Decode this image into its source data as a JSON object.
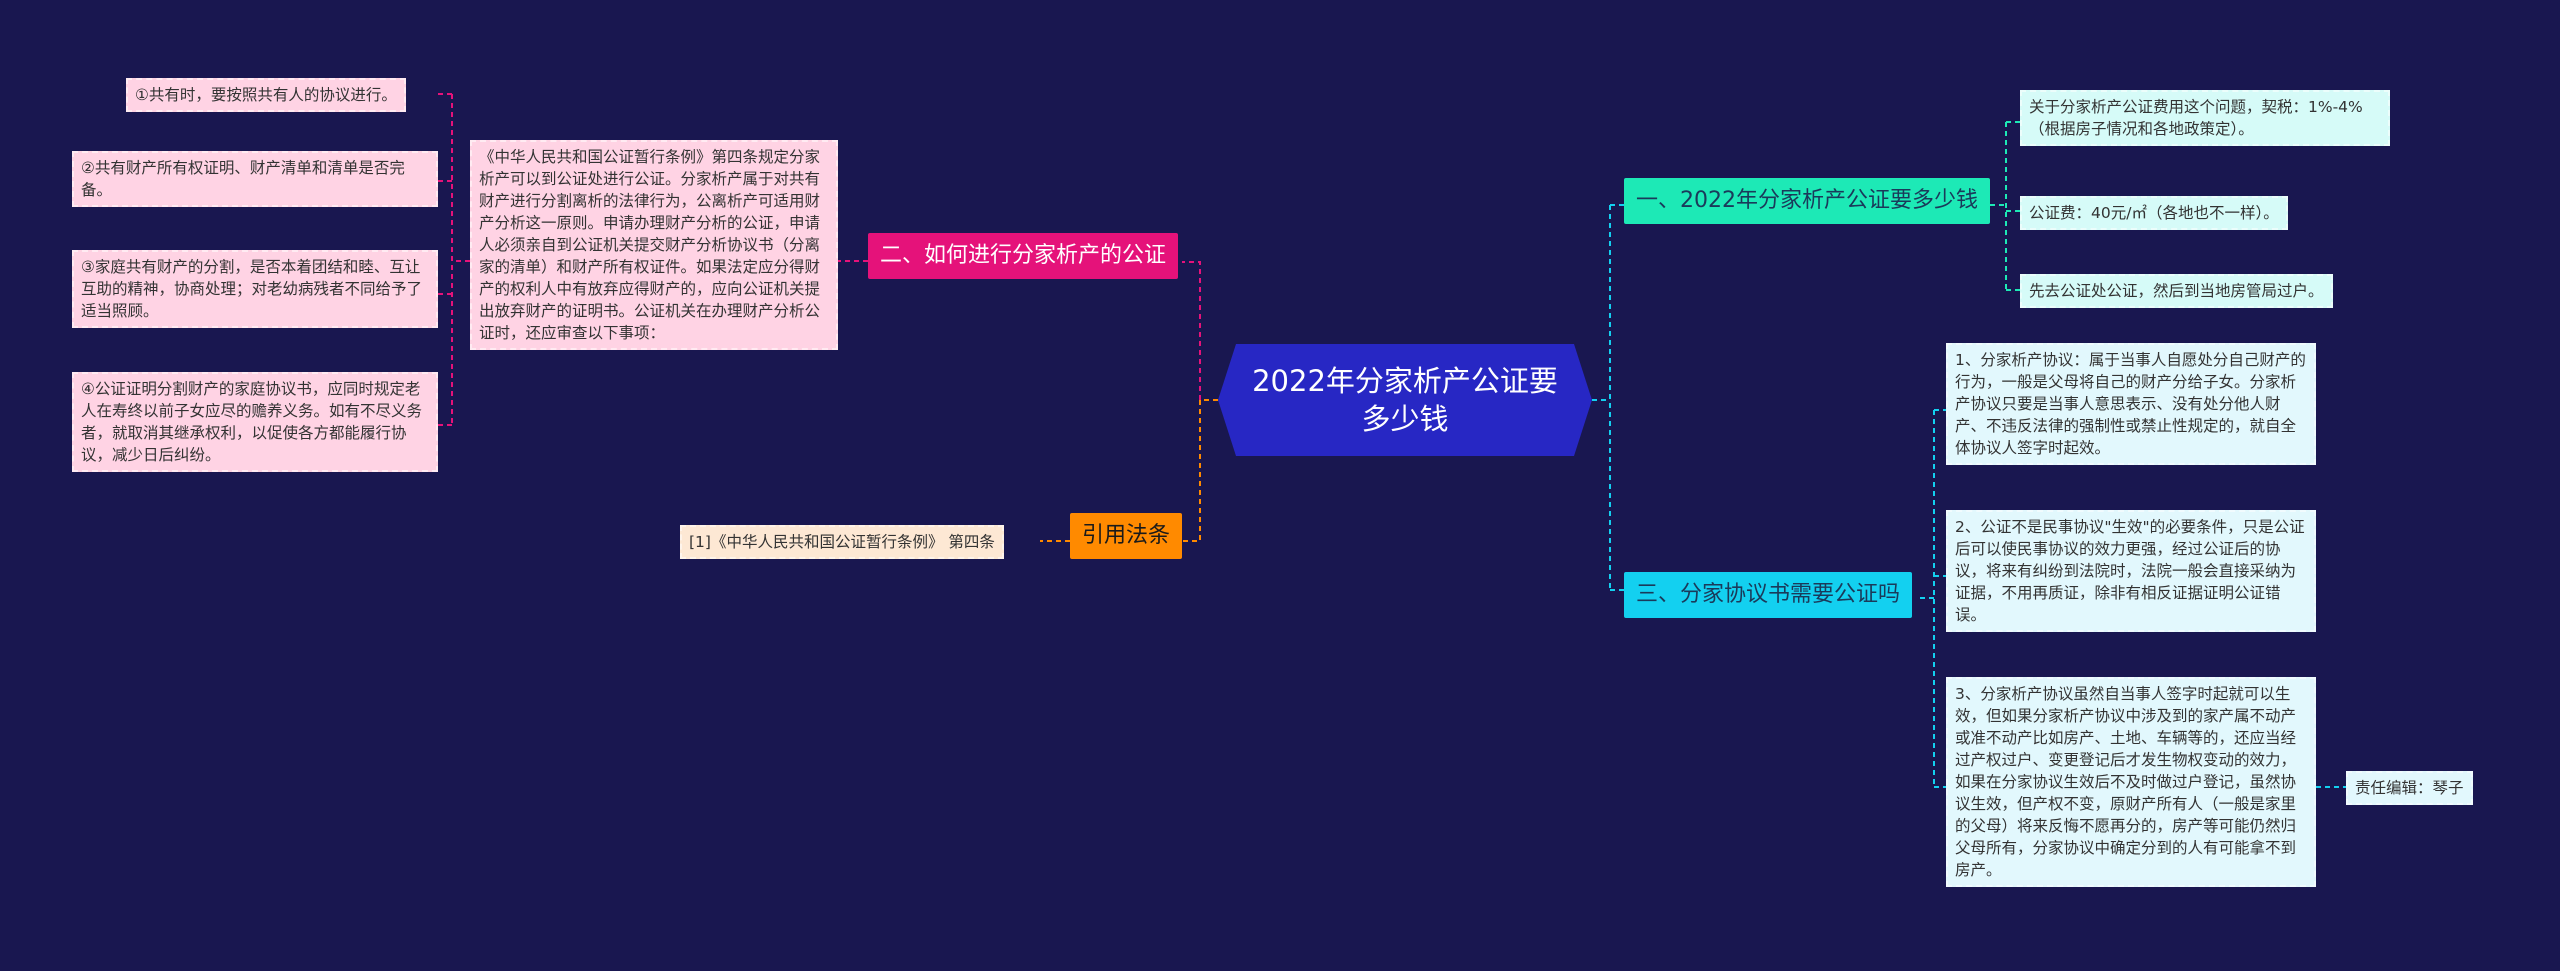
{
  "central_topic": "2022年分家析产公证要多少钱",
  "colors": {
    "background": "#191750",
    "central": "#2727c4",
    "branch_1": "#1de9b6",
    "branch_2": "#e5127a",
    "branch_3": "#13d0f0",
    "branch_4": "#ff8a00"
  },
  "branch_1": {
    "label": "一、2022年分家析产公证要多少钱",
    "items": [
      "关于分家析产公证费用这个问题，契税：1%-4%（根据房子情况和各地政策定）。",
      "公证费：40元/㎡（各地也不一样）。",
      "先去公证处公证，然后到当地房管局过户。"
    ]
  },
  "branch_2": {
    "label": "二、如何进行分家析产的公证",
    "detail": "《中华人民共和国公证暂行条例》第四条规定分家析产可以到公证处进行公证。分家析产属于对共有财产进行分割离析的法律行为，公离析产可适用财产分析这一原则。申请办理财产分析的公证，申请人必须亲自到公证机关提交财产分析协议书（分离家的清单）和财产所有权证件。如果法定应分得财产的权利人中有放弃应得财产的，应向公证机关提出放弃财产的证明书。公证机关在办理财产分析公证时，还应审查以下事项：",
    "items": [
      "①共有时，要按照共有人的协议进行。",
      "②共有财产所有权证明、财产清单和清单是否完备。",
      "③家庭共有财产的分割，是否本着团结和睦、互让互助的精神，协商处理；对老幼病残者不同给予了适当照顾。",
      "④公证证明分割财产的家庭协议书，应同时规定老人在寿终以前子女应尽的赡养义务。如有不尽义务者，就取消其继承权利，以促使各方都能履行协议，减少日后纠纷。"
    ]
  },
  "branch_3": {
    "label": "三、分家协议书需要公证吗",
    "items": [
      "1、分家析产协议：属于当事人自愿处分自己财产的行为，一般是父母将自己的财产分给子女。分家析产协议只要是当事人意思表示、没有处分他人财产、不违反法律的强制性或禁止性规定的，就自全体协议人签字时起效。",
      "2、公证不是民事协议\"生效\"的必要条件，只是公证后可以使民事协议的效力更强，经过公证后的协议，将来有纠纷到法院时，法院一般会直接采纳为证据，不用再质证，除非有相反证据证明公证错误。",
      "3、分家析产协议虽然自当事人签字时起就可以生效，但如果分家析产协议中涉及到的家产属不动产或准不动产比如房产、土地、车辆等的，还应当经过产权过户、变更登记后才发生物权变动的效力，如果在分家协议生效后不及时做过户登记，虽然协议生效，但产权不变，原财产所有人（一般是家里的父母）将来反悔不愿再分的，房产等可能仍然归父母所有，分家协议中确定分到的人有可能拿不到房产。"
    ],
    "editor": "责任编辑：琴子"
  },
  "branch_4": {
    "label": "引用法条",
    "items": [
      "[1]《中华人民共和国公证暂行条例》 第四条"
    ]
  }
}
